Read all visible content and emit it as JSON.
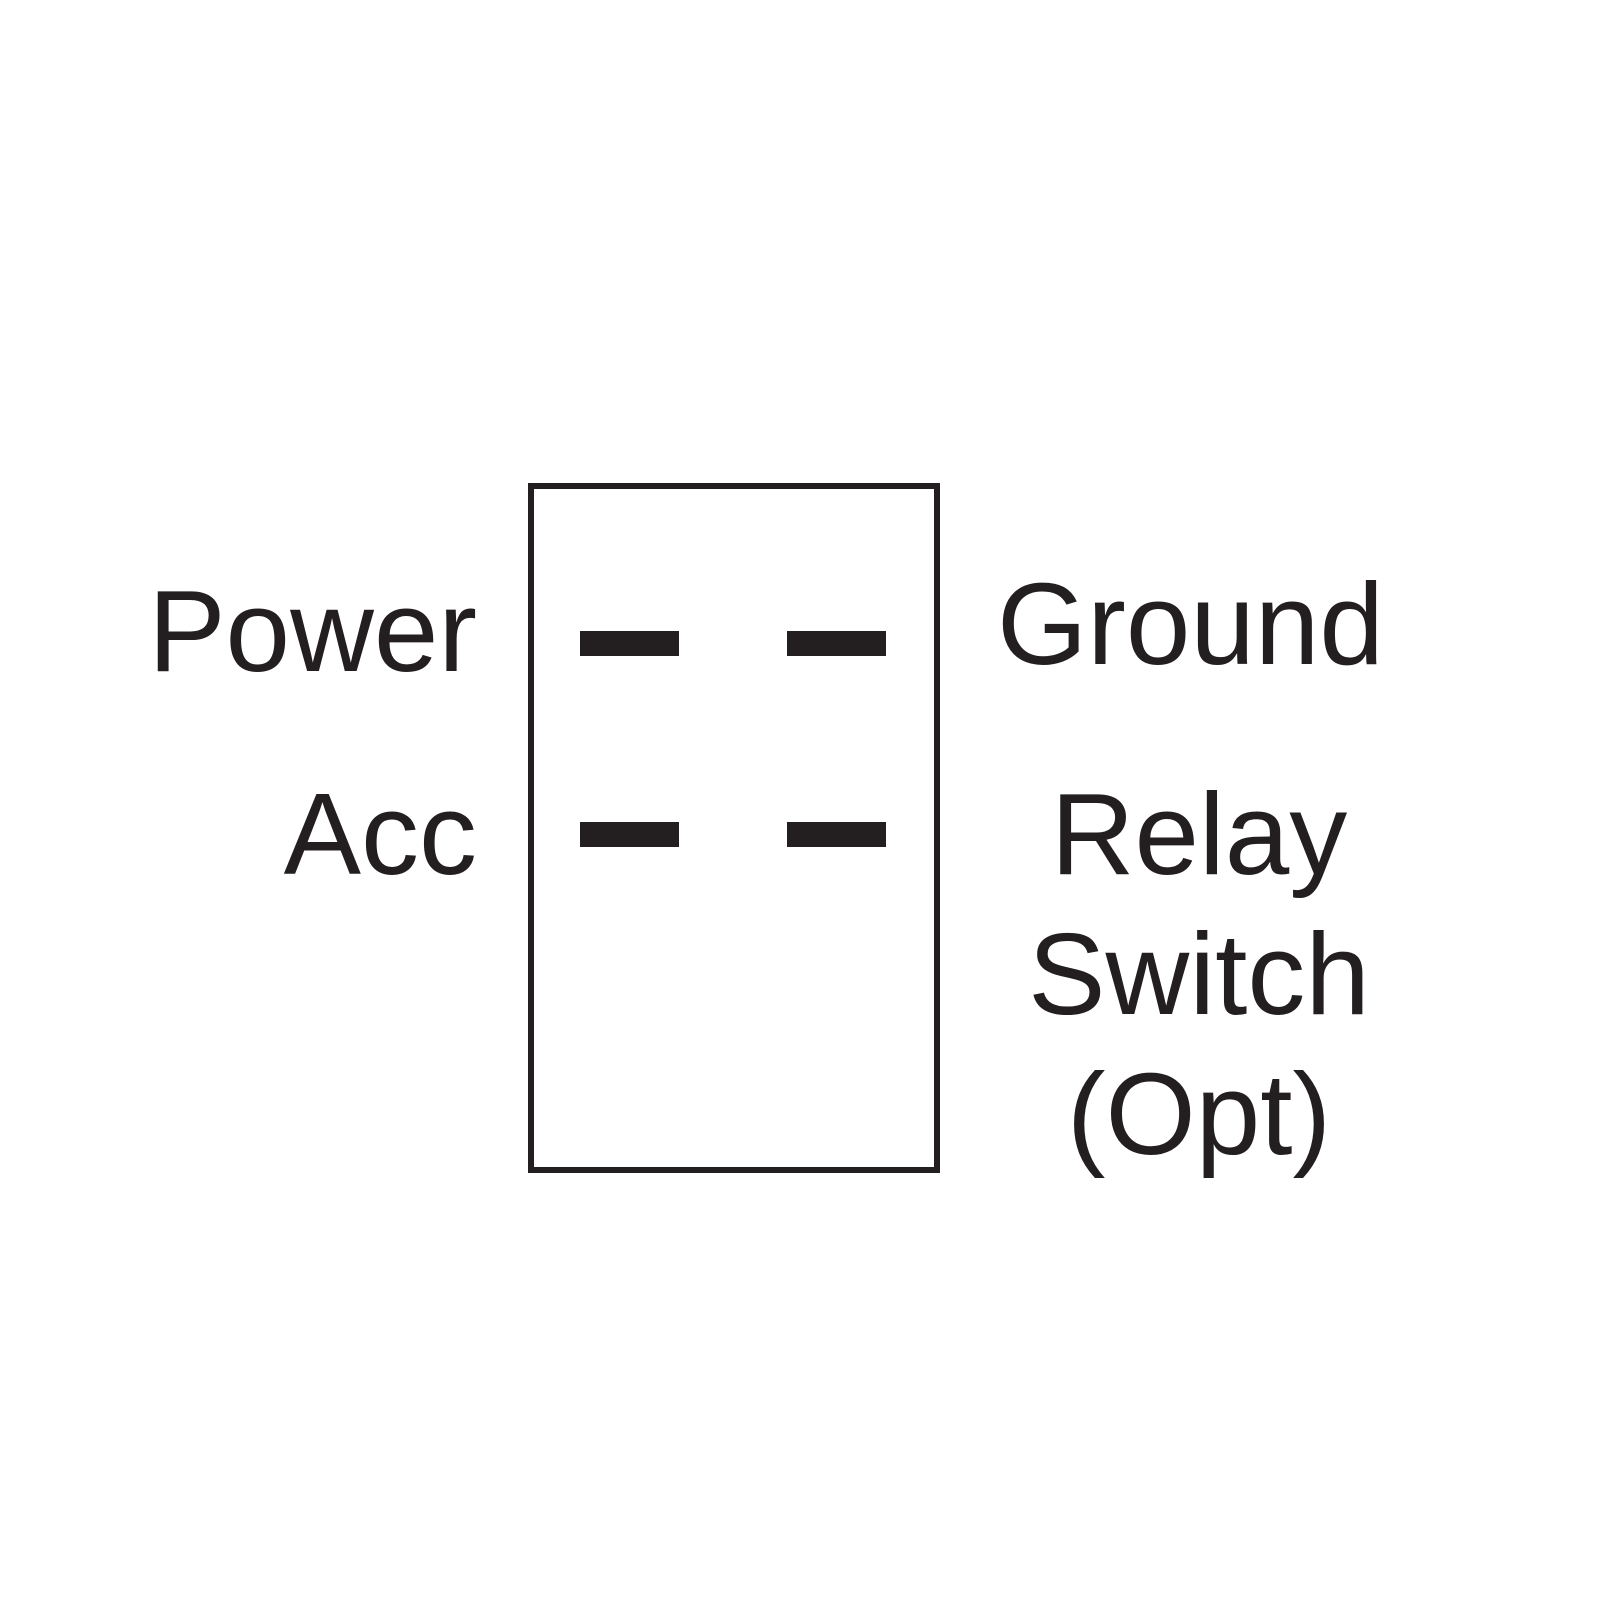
{
  "diagram": {
    "type": "rocker-switch-terminal-diagram",
    "labels": {
      "power": "Power",
      "acc": "Acc",
      "ground": "Ground",
      "relay_line1": "Relay",
      "relay_line2": "Switch",
      "relay_line3": "(Opt)"
    },
    "terminals": [
      {
        "name": "power-terminal",
        "position": "top-left"
      },
      {
        "name": "ground-terminal",
        "position": "top-right"
      },
      {
        "name": "acc-terminal",
        "position": "bottom-left"
      },
      {
        "name": "relay-switch-terminal",
        "position": "bottom-right"
      }
    ],
    "colors": {
      "ink": "#231f20",
      "paper": "#ffffff"
    }
  }
}
